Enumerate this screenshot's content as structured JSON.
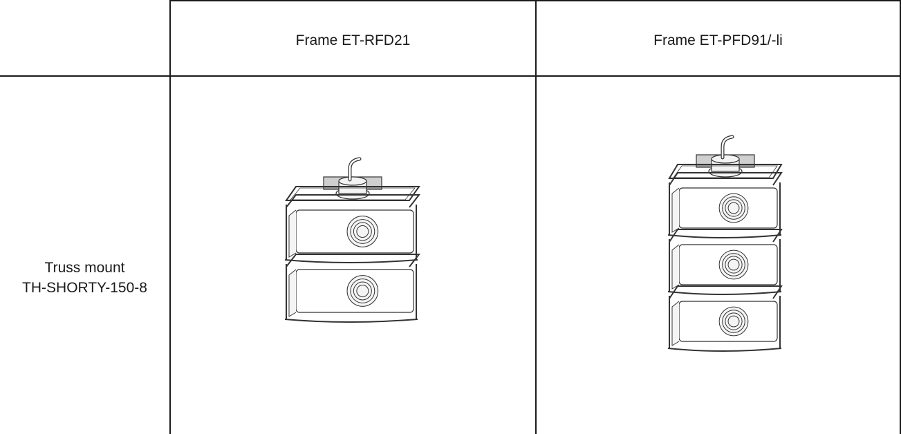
{
  "table": {
    "columns": [
      "Frame ET-RFD21",
      "Frame ET-PFD91/-li"
    ],
    "rows": [
      {
        "label_line1": "Truss mount",
        "label_line2": "TH-SHORTY-150-8"
      }
    ]
  },
  "figures": {
    "col1": {
      "icon": "two-stacked-projectors-in-frame",
      "stack_count": 2
    },
    "col2": {
      "icon": "three-stacked-projectors-in-frame",
      "stack_count": 3
    }
  },
  "colors": {
    "line": "#1a1a1a",
    "drawing": "#333333",
    "fill_light": "#f4f4f4",
    "fill_plate": "#cfcfcf"
  }
}
